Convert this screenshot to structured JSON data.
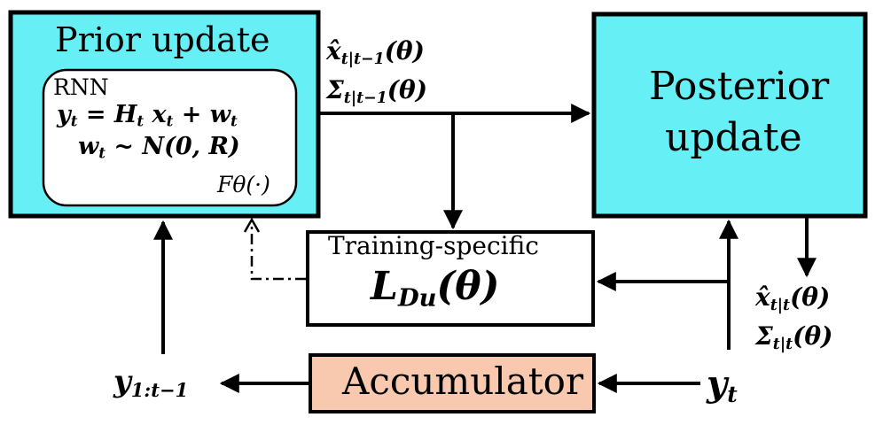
{
  "prior": {
    "title": "Prior update",
    "inner": {
      "label": "RNN",
      "eq1": "y_t = H_t x_t + w_t",
      "eq2": "w_t ~ N(0, R)",
      "eq3": "F_θ(·)"
    }
  },
  "posterior": {
    "line1": "Posterior",
    "line2": "update"
  },
  "training": {
    "label": "Training-specific",
    "loss": "L_Du(θ)"
  },
  "accumulator": {
    "label": "Accumulator"
  },
  "signals": {
    "prior_x": "x̂_{t|t−1}(θ)",
    "prior_sigma": "Σ_{t|t−1}(θ)",
    "post_x": "x̂_{t|t}(θ)",
    "post_sigma": "Σ_{t|t}(θ)",
    "y_t": "y_t",
    "y_hist": "y_{1:t−1}"
  },
  "colors": {
    "cyan": "#66F0F5",
    "peach": "#F8C9AE",
    "stroke": "#000000"
  }
}
